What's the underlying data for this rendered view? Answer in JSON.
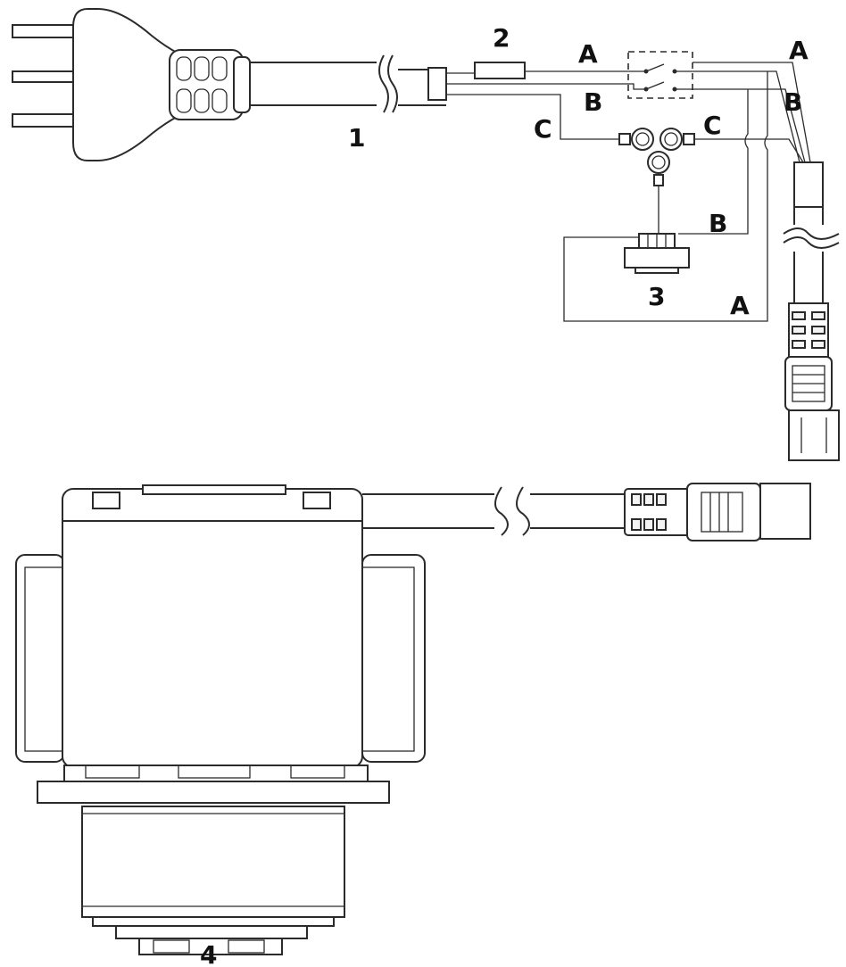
{
  "labels": {
    "plug_cord": "1",
    "fuse": "2",
    "receptacle": "3",
    "pump": "4",
    "wire_a": "A",
    "wire_b": "B",
    "wire_c": "C"
  },
  "colors": {
    "line": "#2b2b2b",
    "background": "#ffffff",
    "text": "#111111"
  }
}
